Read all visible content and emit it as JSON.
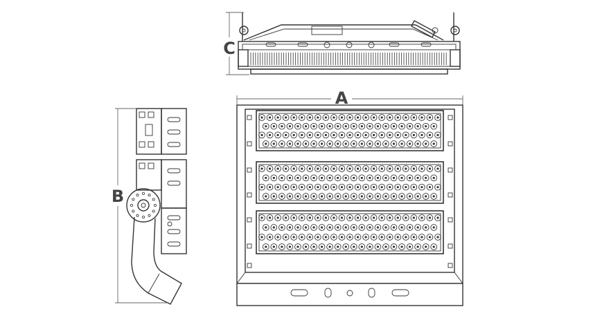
{
  "labels": {
    "a": "A",
    "b": "B",
    "c": "C"
  },
  "colors": {
    "line": "#333333",
    "label": "#444444",
    "background": "#ffffff"
  }
}
